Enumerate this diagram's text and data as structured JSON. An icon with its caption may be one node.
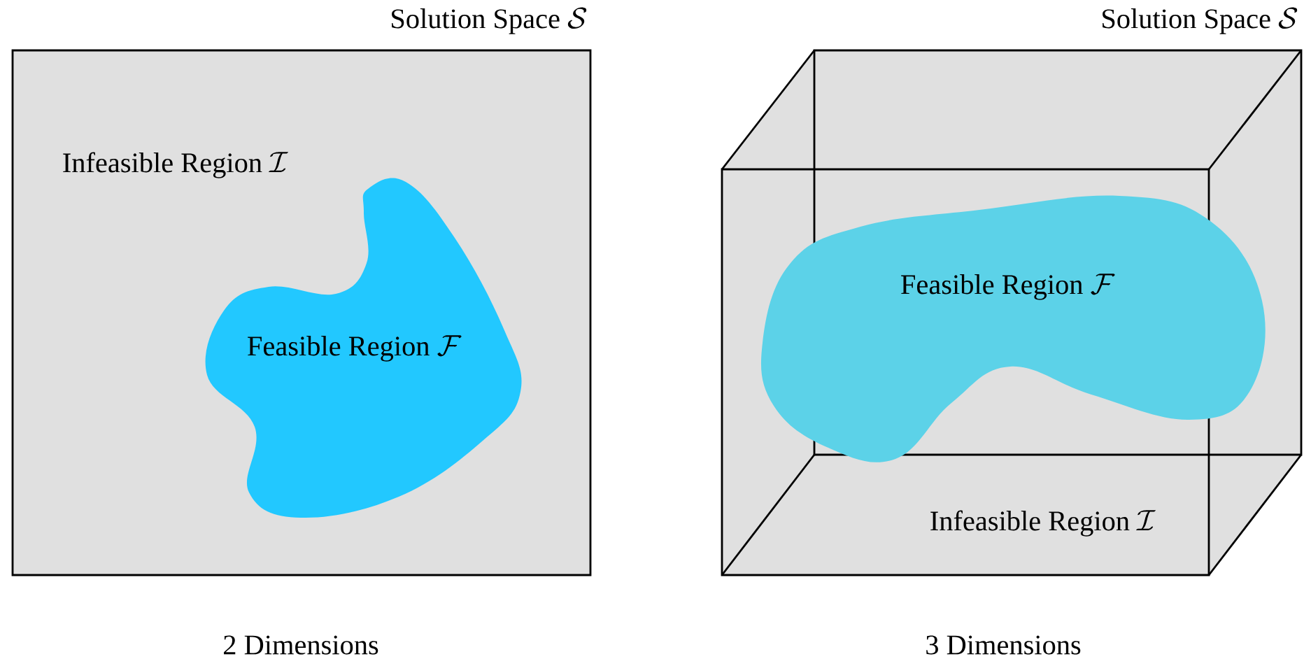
{
  "diagram": {
    "nodes": [
      {
        "text": [
          "Solution Space",
          "\\mathcal{S}",
          "Infeasible Region",
          "\\mathcal{I}"
        ]
      },
      {
        "text": [
          "Feasible Region",
          "\\mathcal{F}"
        ],
        "in": 0
      },
      {
        "text": [
          "Solution Space",
          "\\mathcal{S}",
          "Infeasible Region",
          "\\mathcal{I}"
        ]
      },
      {
        "text": [
          "Feasible Region",
          "\\mathcal{F}"
        ],
        "in": 2
      }
    ],
    "labels": [
      "2 Dimensions",
      "3 Dimensions"
    ]
  }
}
